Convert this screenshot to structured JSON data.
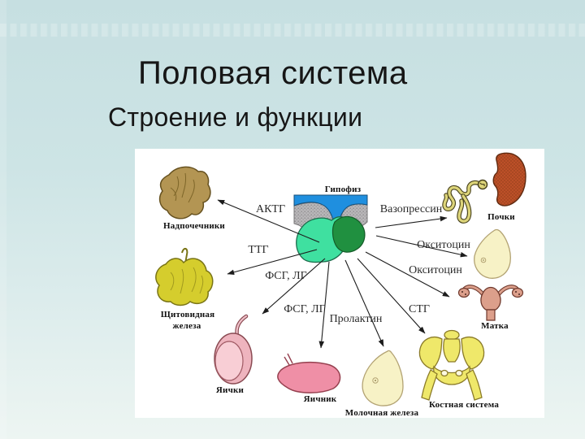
{
  "slide": {
    "title": "Половая система",
    "subtitle": "Строение и функции"
  },
  "diagram": {
    "center_label": "Гипофиз",
    "hormone_labels": [
      {
        "id": "aktg",
        "label": "АКТГ"
      },
      {
        "id": "ttg",
        "label": "ТТГ"
      },
      {
        "id": "fsg-lg-upper",
        "label": "ФСГ, ЛГ"
      },
      {
        "id": "fsg-lg-lower",
        "label": "ФСГ, ЛГ"
      },
      {
        "id": "prolaktin",
        "label": "Пролактин"
      },
      {
        "id": "stg",
        "label": "СТГ"
      },
      {
        "id": "oksitocin-upper",
        "label": "Окситоцин"
      },
      {
        "id": "oksitocin-lower",
        "label": "Окситоцин"
      },
      {
        "id": "vazopressin",
        "label": "Вазопрессин"
      }
    ],
    "organ_labels": [
      {
        "id": "adrenal-glands",
        "label": "Надпочечники"
      },
      {
        "id": "thyroid-gland",
        "label": "Щитовидная",
        "label2": "железа"
      },
      {
        "id": "testes",
        "label": "Яички"
      },
      {
        "id": "ovary",
        "label": "Яичник"
      },
      {
        "id": "mammary-gland",
        "label": "Молочная железа"
      },
      {
        "id": "skeletal-system",
        "label": "Костная система"
      },
      {
        "id": "uterus",
        "label": "Матка"
      },
      {
        "id": "kidneys",
        "label": "Почки"
      }
    ],
    "connections": [
      {
        "hormone": "АКТГ",
        "target": "adrenal-glands"
      },
      {
        "hormone": "ТТГ",
        "target": "thyroid-gland"
      },
      {
        "hormone": "ФСГ, ЛГ",
        "target": "testes"
      },
      {
        "hormone": "ФСГ, ЛГ",
        "target": "ovary"
      },
      {
        "hormone": "Пролактин",
        "target": "mammary-gland"
      },
      {
        "hormone": "СТГ",
        "target": "skeletal-system"
      },
      {
        "hormone": "Окситоцин",
        "target": "mammary-gland-unlabeled"
      },
      {
        "hormone": "Окситоцин",
        "target": "uterus"
      },
      {
        "hormone": "Вазопрессин",
        "target": "kidneys"
      }
    ],
    "palette": {
      "slide_bg_top": "#c6dfe1",
      "slide_bg_bottom": "#edf5f2",
      "panel_bg": "#ffffff",
      "adrenal": "#b39553",
      "thyroid": "#d5cd2d",
      "testis": "#f8ced5",
      "epididymis": "#eeb4be",
      "ovary": "#ef8fa6",
      "breast": "#f7f2c6",
      "pelvis_bone": "#efe86a",
      "uterus": "#dc9f8b",
      "kidney": "#bc5028",
      "nephron": "#ddd57a",
      "pituitary_anterior": "#3fe0a0",
      "pituitary_posterior": "#209040",
      "hypothalamus_blue": "#1f8fdf",
      "bone_gray": "#b9b7b9",
      "arrow": "#1c1c1c",
      "text": "#161616"
    }
  }
}
